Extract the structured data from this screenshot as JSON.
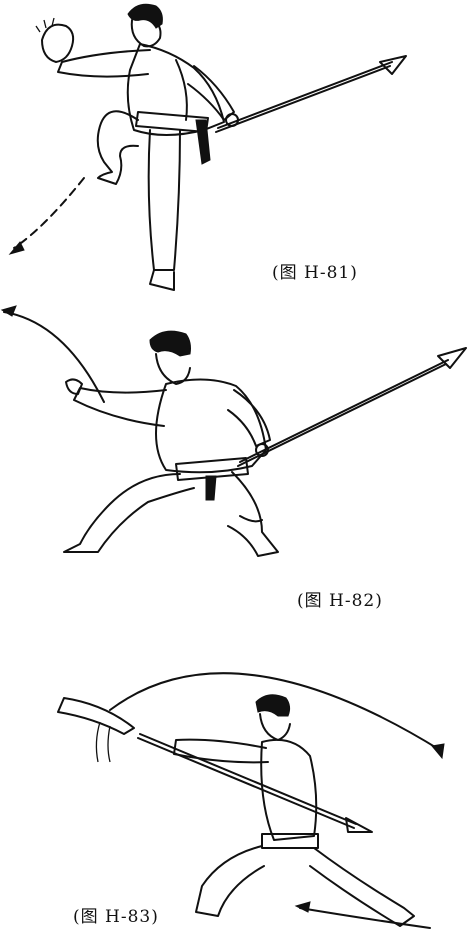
{
  "figures": [
    {
      "caption": "(图 H-81)"
    },
    {
      "caption": "(图 H-82)"
    },
    {
      "caption": "(图 H-83)"
    }
  ]
}
